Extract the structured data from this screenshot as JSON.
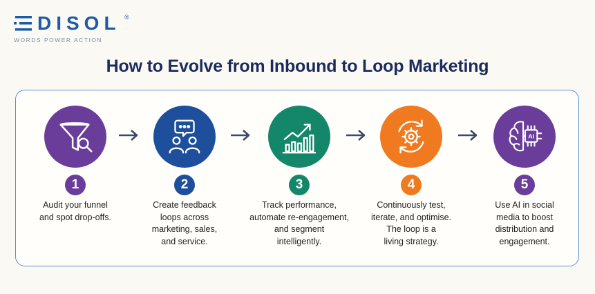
{
  "brand": {
    "name": "DISOL",
    "registered": "®",
    "tagline": "WORDS POWER ACTION",
    "color": "#1e5aa8"
  },
  "title": "How to Evolve from Inbound to Loop Marketing",
  "steps": [
    {
      "number": "1",
      "icon": "funnel-search-icon",
      "color": "#6a3d9a",
      "text": "Audit your funnel\nand spot drop-offs."
    },
    {
      "number": "2",
      "icon": "feedback-people-icon",
      "color": "#1e4f9c",
      "text": "Create feedback\nloops across\nmarketing, sales,\nand service."
    },
    {
      "number": "3",
      "icon": "growth-chart-icon",
      "color": "#14876a",
      "text": "Track performance,\nautomate re-engagement,\nand segment\nintelligently."
    },
    {
      "number": "4",
      "icon": "gear-cycle-icon",
      "color": "#f07a1f",
      "text": "Continuously test,\niterate, and optimise.\nThe loop is a\nliving strategy."
    },
    {
      "number": "5",
      "icon": "ai-brain-icon",
      "color": "#6a3d9a",
      "text": "Use AI in social\nmedia to boost\ndistribution and\nengagement."
    }
  ],
  "ai_label": "AI"
}
